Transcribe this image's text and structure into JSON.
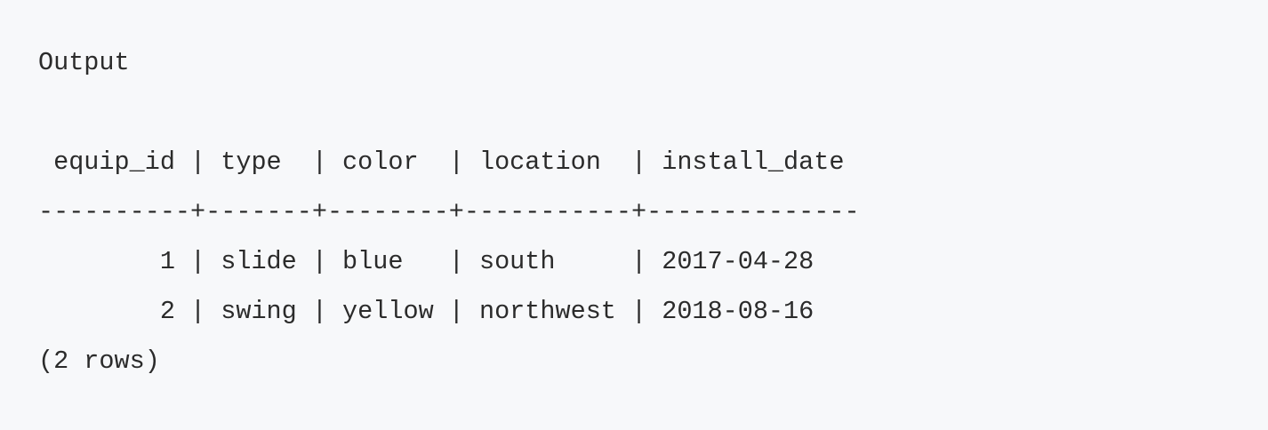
{
  "output": {
    "label": "Output",
    "table": {
      "header": " equip_id | type  | color  | location  | install_date",
      "separator": "----------+-------+--------+-----------+--------------",
      "rows": [
        "        1 | slide | blue   | south     | 2017-04-28",
        "        2 | swing | yellow | northwest | 2018-08-16"
      ],
      "footer": "(2 rows)"
    }
  }
}
